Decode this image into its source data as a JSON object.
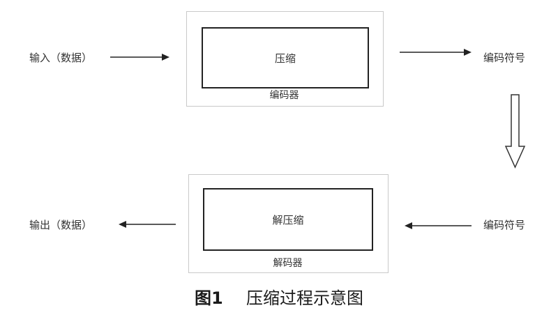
{
  "encoder": {
    "input_label": "输入（数据）",
    "inner_label": "压缩",
    "box_label": "编码器",
    "output_label": "编码符号"
  },
  "decoder": {
    "input_label": "编码符号",
    "inner_label": "解压缩",
    "box_label": "解码器",
    "output_label": "输出（数据）"
  },
  "caption": {
    "figure_number": "图1",
    "title": "压缩过程示意图"
  }
}
